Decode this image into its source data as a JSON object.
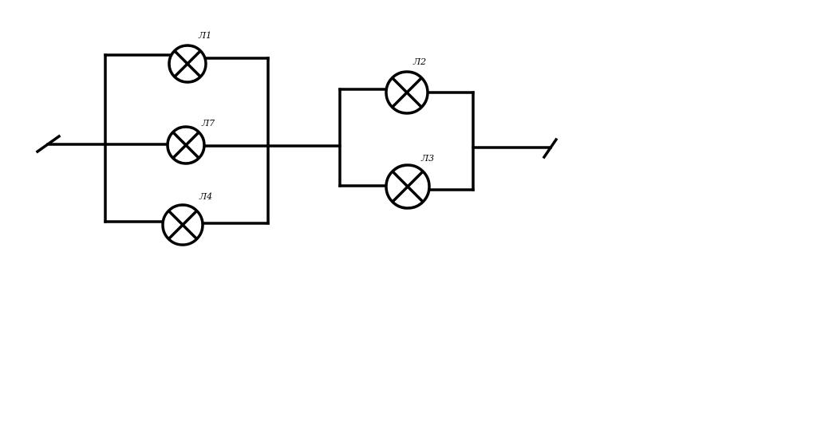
{
  "diagram": {
    "lamps": [
      {
        "id": "1",
        "label": "Л1"
      },
      {
        "id": "7",
        "label": "Л7"
      },
      {
        "id": "4",
        "label": "Л4"
      },
      {
        "id": "2",
        "label": "Л2"
      },
      {
        "id": "3",
        "label": "Л3"
      }
    ],
    "colors": {
      "line": "#000000",
      "background": "#ffffff"
    }
  }
}
